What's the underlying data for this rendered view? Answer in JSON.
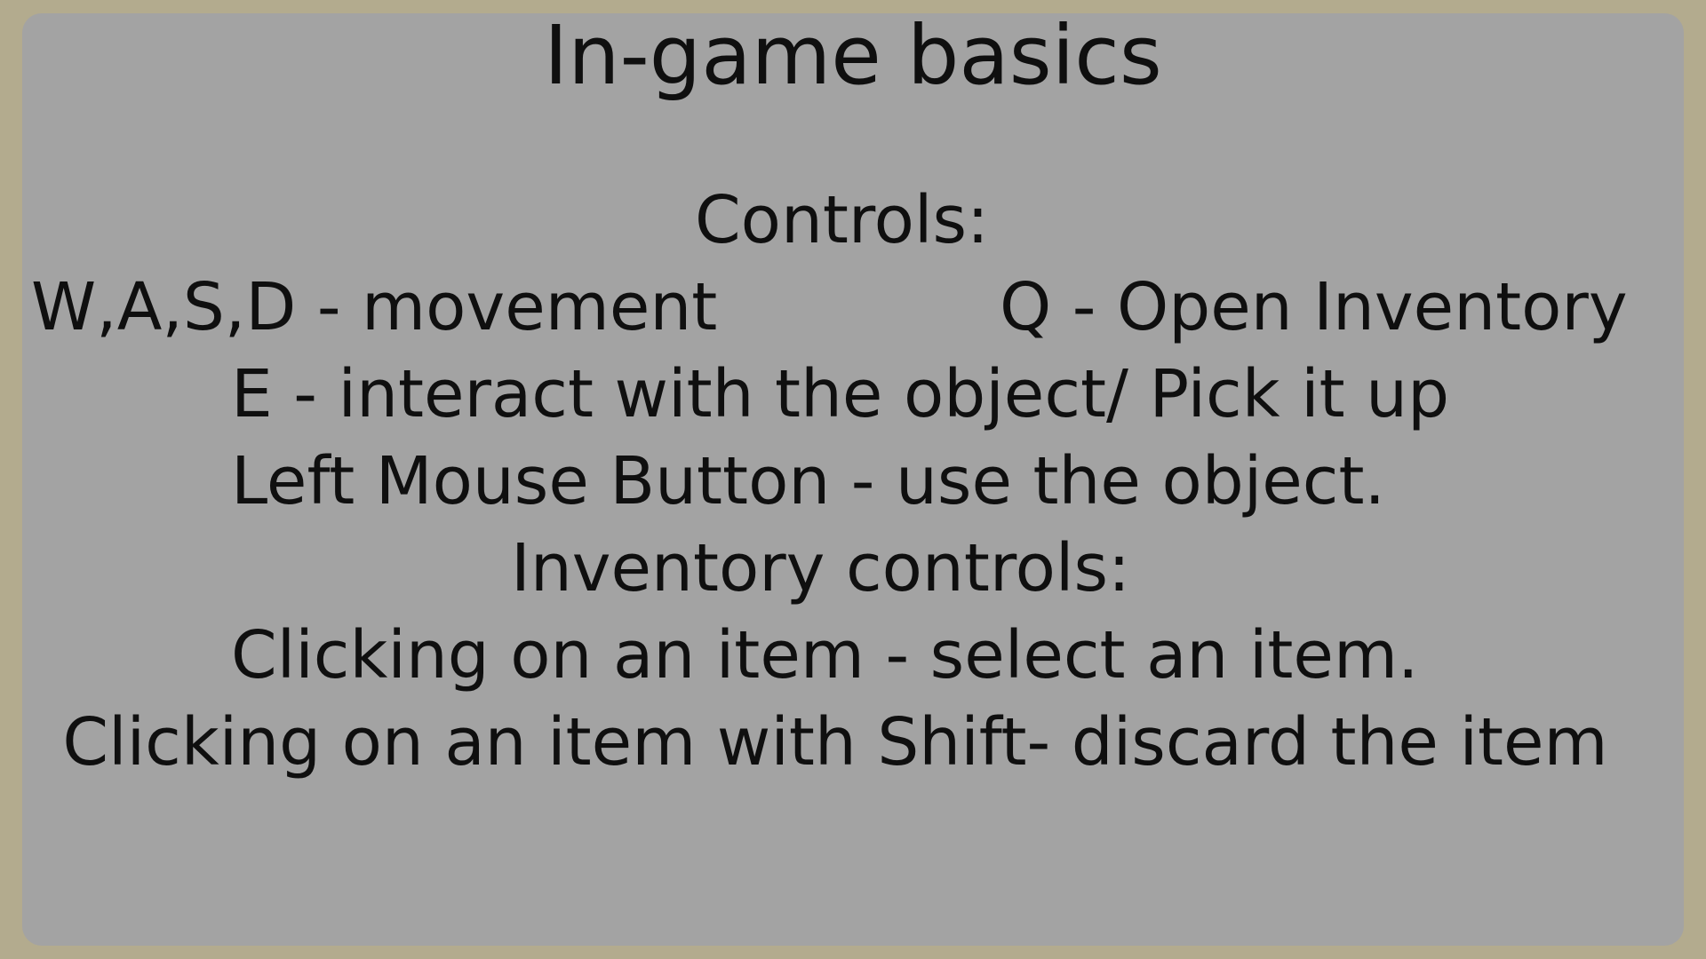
{
  "title": "In-game basics",
  "controls": {
    "heading": "Controls:",
    "movement": "W,A,S,D - movement",
    "inventory": "Q - Open Inventory",
    "interact": "E - interact with the object/ Pick it up",
    "use": "Left Mouse Button - use the object."
  },
  "inventory_controls": {
    "heading": "Inventory controls:",
    "select": "Clicking on an item - select an item.",
    "discard": "Clicking on an item with Shift- discard the item"
  },
  "colors": {
    "background": "#b3ab8e",
    "panel": "#a3a3a3",
    "text": "#0f0f0f"
  }
}
